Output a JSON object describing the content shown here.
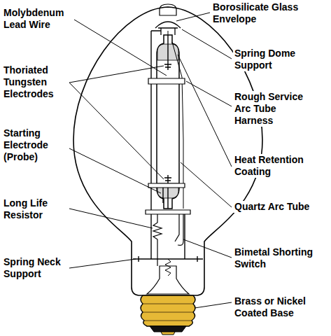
{
  "diagram": {
    "labels": [
      "Borosilicate Glass Envelope",
      "Molybdenum Lead Wire",
      "Spring Dome Support",
      "Thoriated Tungsten Electrodes",
      "Rough Service Arc Tube Harness",
      "Starting Electrode (Probe)",
      "Heat Retention Coating",
      "Long Life Resistor",
      "Quartz Arc Tube",
      "Spring Neck Support",
      "Bimetal Shorting Switch",
      "Brass or Nickel Coated Base"
    ]
  }
}
